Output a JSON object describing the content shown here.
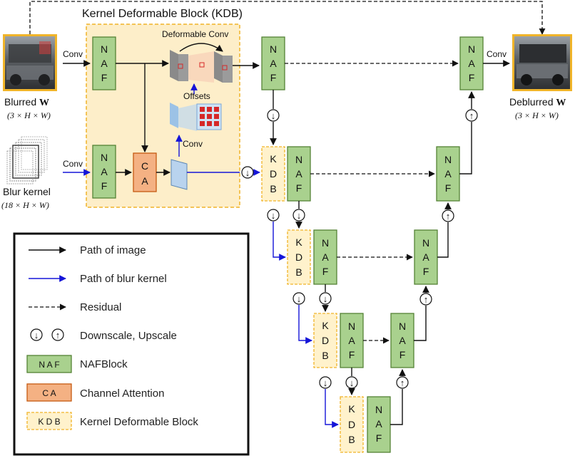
{
  "panel": {
    "title": "Kernel Deformable Block (KDB)",
    "deformable_conv": "Deformable Conv",
    "offsets": "Offsets"
  },
  "conv": "Conv",
  "input": {
    "label": "Blurred",
    "symbol": "W",
    "dims": "(3 × H × W)"
  },
  "output": {
    "label": "Deblurred",
    "symbol": "W",
    "dims": "(3 × H × W)"
  },
  "kernel": {
    "label": "Blur kernel",
    "dims": "(18 × H × W)"
  },
  "blocks": {
    "naf_letters": [
      "N",
      "A",
      "F"
    ],
    "ca_letters": [
      "C",
      "A"
    ],
    "kdb_letters": [
      "K",
      "D",
      "B"
    ]
  },
  "symbols": {
    "down": "↓",
    "up": "↑"
  },
  "legend": {
    "items": [
      "Path of image",
      "Path of blur kernel",
      "Residual",
      "Downscale, Upscale",
      "NAFBlock",
      "Channel Attention",
      "Kernel Deformable Block"
    ],
    "naf_short": "N A F",
    "ca_short": "C A",
    "kdb_short": "K D B"
  },
  "colors": {
    "naf_fill": "#a9d18e",
    "ca_fill": "#f4b183",
    "kdb_fill": "#fff2cc",
    "kdb_border": "#f0b429",
    "kernel_path": "#1515d8"
  }
}
